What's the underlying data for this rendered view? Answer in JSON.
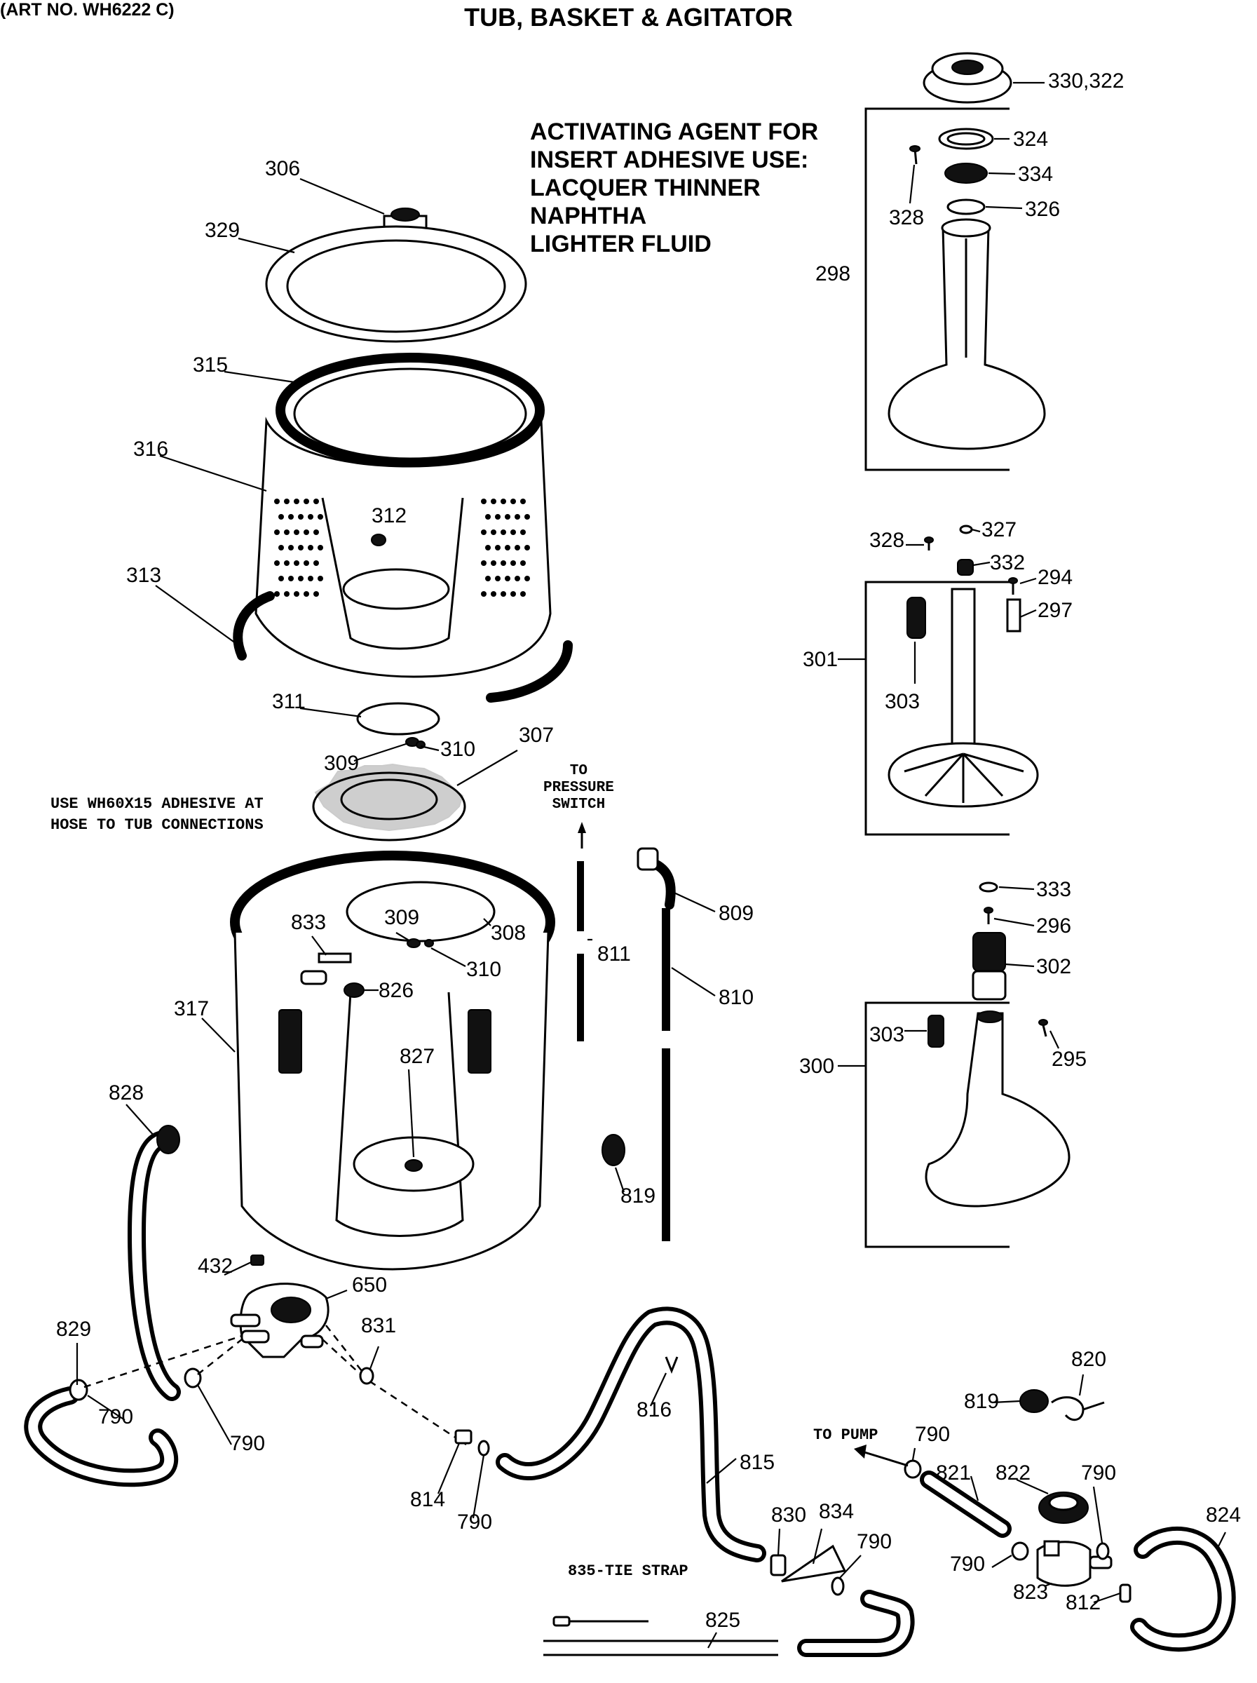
{
  "title": "TUB, BASKET & AGITATOR",
  "activating_note": [
    "ACTIVATING AGENT FOR",
    "INSERT ADHESIVE USE:",
    "LACQUER THINNER",
    "NAPHTHA",
    "LIGHTER FLUID"
  ],
  "adhesive_note": [
    "USE WH60X15 ADHESIVE AT",
    "HOSE TO TUB CONNECTIONS"
  ],
  "to_pressure_switch": [
    "TO",
    "PRESSURE",
    "SWITCH"
  ],
  "to_pump": "TO PUMP",
  "tie_strap": "835-TIE STRAP",
  "art_no": "(ART NO. WH6222 C)",
  "part_labels": [
    "330,322",
    "324",
    "334",
    "326",
    "328",
    "298",
    "306",
    "329",
    "315",
    "316",
    "312",
    "313",
    "311",
    "309",
    "310",
    "307",
    "327",
    "328",
    "332",
    "294",
    "297",
    "301",
    "303",
    "333",
    "296",
    "302",
    "303",
    "295",
    "300",
    "833",
    "309",
    "308",
    "310",
    "826",
    "317",
    "827",
    "811",
    "809",
    "810",
    "819",
    "828",
    "432",
    "650",
    "829",
    "790",
    "790",
    "831",
    "814",
    "790",
    "816",
    "815",
    "830",
    "834",
    "790",
    "825",
    "790",
    "821",
    "822",
    "790",
    "790",
    "823",
    "812",
    "824",
    "819",
    "820"
  ]
}
